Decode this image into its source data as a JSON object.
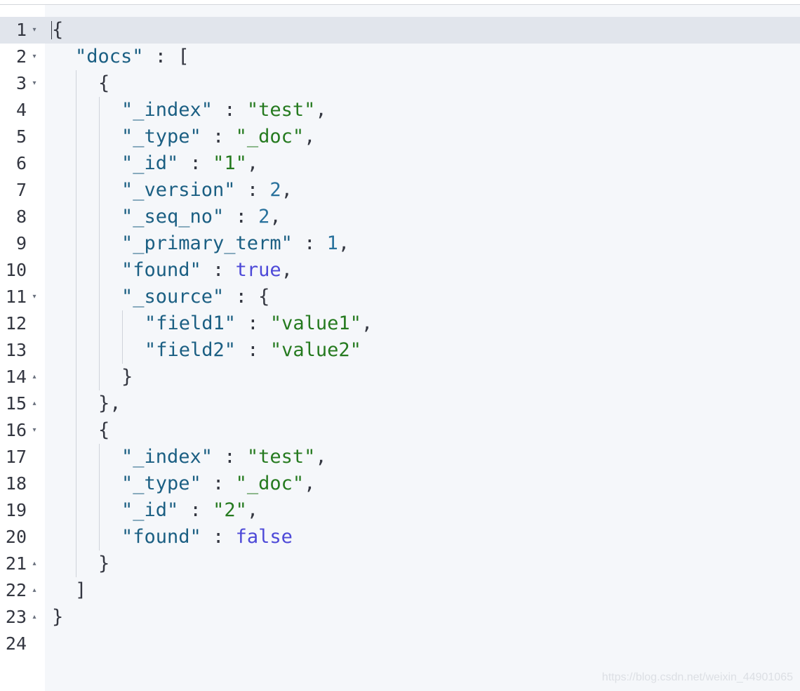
{
  "editor": {
    "lines": [
      {
        "n": "1",
        "fold": "▾",
        "indent": 0,
        "tokens": [
          {
            "t": "{",
            "c": "p"
          }
        ]
      },
      {
        "n": "2",
        "fold": "▾",
        "indent": 1,
        "tokens": [
          {
            "t": "\"docs\"",
            "c": "k"
          },
          {
            "t": " : [",
            "c": "p"
          }
        ]
      },
      {
        "n": "3",
        "fold": "▾",
        "indent": 2,
        "tokens": [
          {
            "t": "{",
            "c": "p"
          }
        ]
      },
      {
        "n": "4",
        "fold": "",
        "indent": 3,
        "tokens": [
          {
            "t": "\"_index\"",
            "c": "k"
          },
          {
            "t": " : ",
            "c": "p"
          },
          {
            "t": "\"test\"",
            "c": "s"
          },
          {
            "t": ",",
            "c": "p"
          }
        ]
      },
      {
        "n": "5",
        "fold": "",
        "indent": 3,
        "tokens": [
          {
            "t": "\"_type\"",
            "c": "k"
          },
          {
            "t": " : ",
            "c": "p"
          },
          {
            "t": "\"_doc\"",
            "c": "s"
          },
          {
            "t": ",",
            "c": "p"
          }
        ]
      },
      {
        "n": "6",
        "fold": "",
        "indent": 3,
        "tokens": [
          {
            "t": "\"_id\"",
            "c": "k"
          },
          {
            "t": " : ",
            "c": "p"
          },
          {
            "t": "\"1\"",
            "c": "s"
          },
          {
            "t": ",",
            "c": "p"
          }
        ]
      },
      {
        "n": "7",
        "fold": "",
        "indent": 3,
        "tokens": [
          {
            "t": "\"_version\"",
            "c": "k"
          },
          {
            "t": " : ",
            "c": "p"
          },
          {
            "t": "2",
            "c": "n"
          },
          {
            "t": ",",
            "c": "p"
          }
        ]
      },
      {
        "n": "8",
        "fold": "",
        "indent": 3,
        "tokens": [
          {
            "t": "\"_seq_no\"",
            "c": "k"
          },
          {
            "t": " : ",
            "c": "p"
          },
          {
            "t": "2",
            "c": "n"
          },
          {
            "t": ",",
            "c": "p"
          }
        ]
      },
      {
        "n": "9",
        "fold": "",
        "indent": 3,
        "tokens": [
          {
            "t": "\"_primary_term\"",
            "c": "k"
          },
          {
            "t": " : ",
            "c": "p"
          },
          {
            "t": "1",
            "c": "n"
          },
          {
            "t": ",",
            "c": "p"
          }
        ]
      },
      {
        "n": "10",
        "fold": "",
        "indent": 3,
        "tokens": [
          {
            "t": "\"found\"",
            "c": "k"
          },
          {
            "t": " : ",
            "c": "p"
          },
          {
            "t": "true",
            "c": "b"
          },
          {
            "t": ",",
            "c": "p"
          }
        ]
      },
      {
        "n": "11",
        "fold": "▾",
        "indent": 3,
        "tokens": [
          {
            "t": "\"_source\"",
            "c": "k"
          },
          {
            "t": " : {",
            "c": "p"
          }
        ]
      },
      {
        "n": "12",
        "fold": "",
        "indent": 4,
        "tokens": [
          {
            "t": "\"field1\"",
            "c": "k"
          },
          {
            "t": " : ",
            "c": "p"
          },
          {
            "t": "\"value1\"",
            "c": "s"
          },
          {
            "t": ",",
            "c": "p"
          }
        ]
      },
      {
        "n": "13",
        "fold": "",
        "indent": 4,
        "tokens": [
          {
            "t": "\"field2\"",
            "c": "k"
          },
          {
            "t": " : ",
            "c": "p"
          },
          {
            "t": "\"value2\"",
            "c": "s"
          }
        ]
      },
      {
        "n": "14",
        "fold": "▴",
        "indent": 3,
        "tokens": [
          {
            "t": "}",
            "c": "p"
          }
        ]
      },
      {
        "n": "15",
        "fold": "▴",
        "indent": 2,
        "tokens": [
          {
            "t": "},",
            "c": "p"
          }
        ]
      },
      {
        "n": "16",
        "fold": "▾",
        "indent": 2,
        "tokens": [
          {
            "t": "{",
            "c": "p"
          }
        ]
      },
      {
        "n": "17",
        "fold": "",
        "indent": 3,
        "tokens": [
          {
            "t": "\"_index\"",
            "c": "k"
          },
          {
            "t": " : ",
            "c": "p"
          },
          {
            "t": "\"test\"",
            "c": "s"
          },
          {
            "t": ",",
            "c": "p"
          }
        ]
      },
      {
        "n": "18",
        "fold": "",
        "indent": 3,
        "tokens": [
          {
            "t": "\"_type\"",
            "c": "k"
          },
          {
            "t": " : ",
            "c": "p"
          },
          {
            "t": "\"_doc\"",
            "c": "s"
          },
          {
            "t": ",",
            "c": "p"
          }
        ]
      },
      {
        "n": "19",
        "fold": "",
        "indent": 3,
        "tokens": [
          {
            "t": "\"_id\"",
            "c": "k"
          },
          {
            "t": " : ",
            "c": "p"
          },
          {
            "t": "\"2\"",
            "c": "s"
          },
          {
            "t": ",",
            "c": "p"
          }
        ]
      },
      {
        "n": "20",
        "fold": "",
        "indent": 3,
        "tokens": [
          {
            "t": "\"found\"",
            "c": "k"
          },
          {
            "t": " : ",
            "c": "p"
          },
          {
            "t": "false",
            "c": "b"
          }
        ]
      },
      {
        "n": "21",
        "fold": "▴",
        "indent": 2,
        "tokens": [
          {
            "t": "}",
            "c": "p"
          }
        ]
      },
      {
        "n": "22",
        "fold": "▴",
        "indent": 1,
        "tokens": [
          {
            "t": "]",
            "c": "p"
          }
        ]
      },
      {
        "n": "23",
        "fold": "▴",
        "indent": 0,
        "tokens": [
          {
            "t": "}",
            "c": "p"
          }
        ]
      },
      {
        "n": "24",
        "fold": "",
        "indent": 0,
        "tokens": []
      }
    ]
  },
  "watermark": "https://blog.csdn.net/weixin_44901065",
  "colors": {
    "key": "#1b5f83",
    "string": "#257a1f",
    "number": "#28719c",
    "boolean": "#4d49d8",
    "punctuation": "#343741",
    "active_line": "#e1e5ec",
    "background": "#f5f7fa"
  },
  "icons": {
    "fold_open": "chevron-down-icon",
    "fold_close": "chevron-up-icon"
  }
}
